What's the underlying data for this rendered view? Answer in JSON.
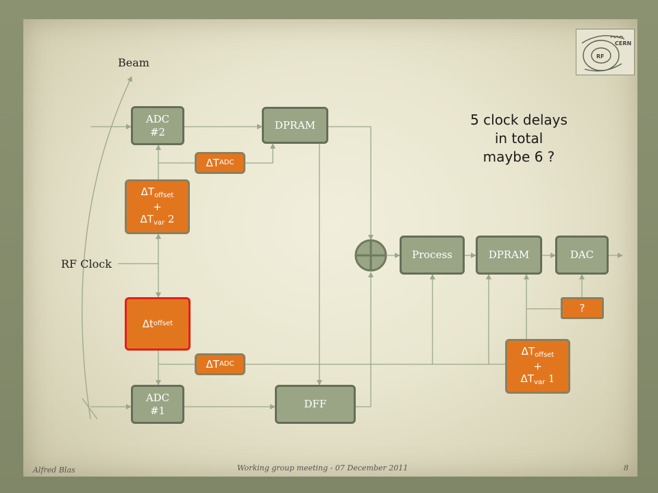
{
  "labels": {
    "beam": "Beam",
    "rf_clock": "RF Clock"
  },
  "blocks": {
    "adc2": [
      "ADC",
      "#2"
    ],
    "dpram_top": "DPRAM",
    "dt_adc_top": {
      "main": "ΔT",
      "sub": "ADC"
    },
    "offset_var2": {
      "l1_main": "ΔT",
      "l1_sub": "offset",
      "plus": "+",
      "l3_main": "ΔT",
      "l3_sub": "var",
      "l3_tail": " 2"
    },
    "dt_offset_small": {
      "main": "Δt",
      "sub": "offset"
    },
    "dt_adc_bottom": {
      "main": "ΔT",
      "sub": "ADC"
    },
    "adc1": [
      "ADC",
      "#1"
    ],
    "dff": "DFF",
    "process": "Process",
    "dpram_right": "DPRAM",
    "dac": "DAC",
    "question": "?",
    "offset_var1": {
      "l1_main": "ΔT",
      "l1_sub": "offset",
      "plus": "+",
      "l3_main": "ΔT",
      "l3_sub": "var",
      "l3_tail": " 1"
    }
  },
  "note": [
    "5 clock delays",
    "in total",
    "maybe 6 ?"
  ],
  "logo_text": {
    "cern": "CERN",
    "rf": "RF"
  },
  "footer": {
    "author": "Alfred Blas",
    "meeting": "Working group meeting - 07 December 2011",
    "page": "8"
  },
  "colors": {
    "gray_block": "#9aa586",
    "orange_block": "#e2761f",
    "highlight_border": "#e0201a",
    "line": "#9aa88a"
  }
}
